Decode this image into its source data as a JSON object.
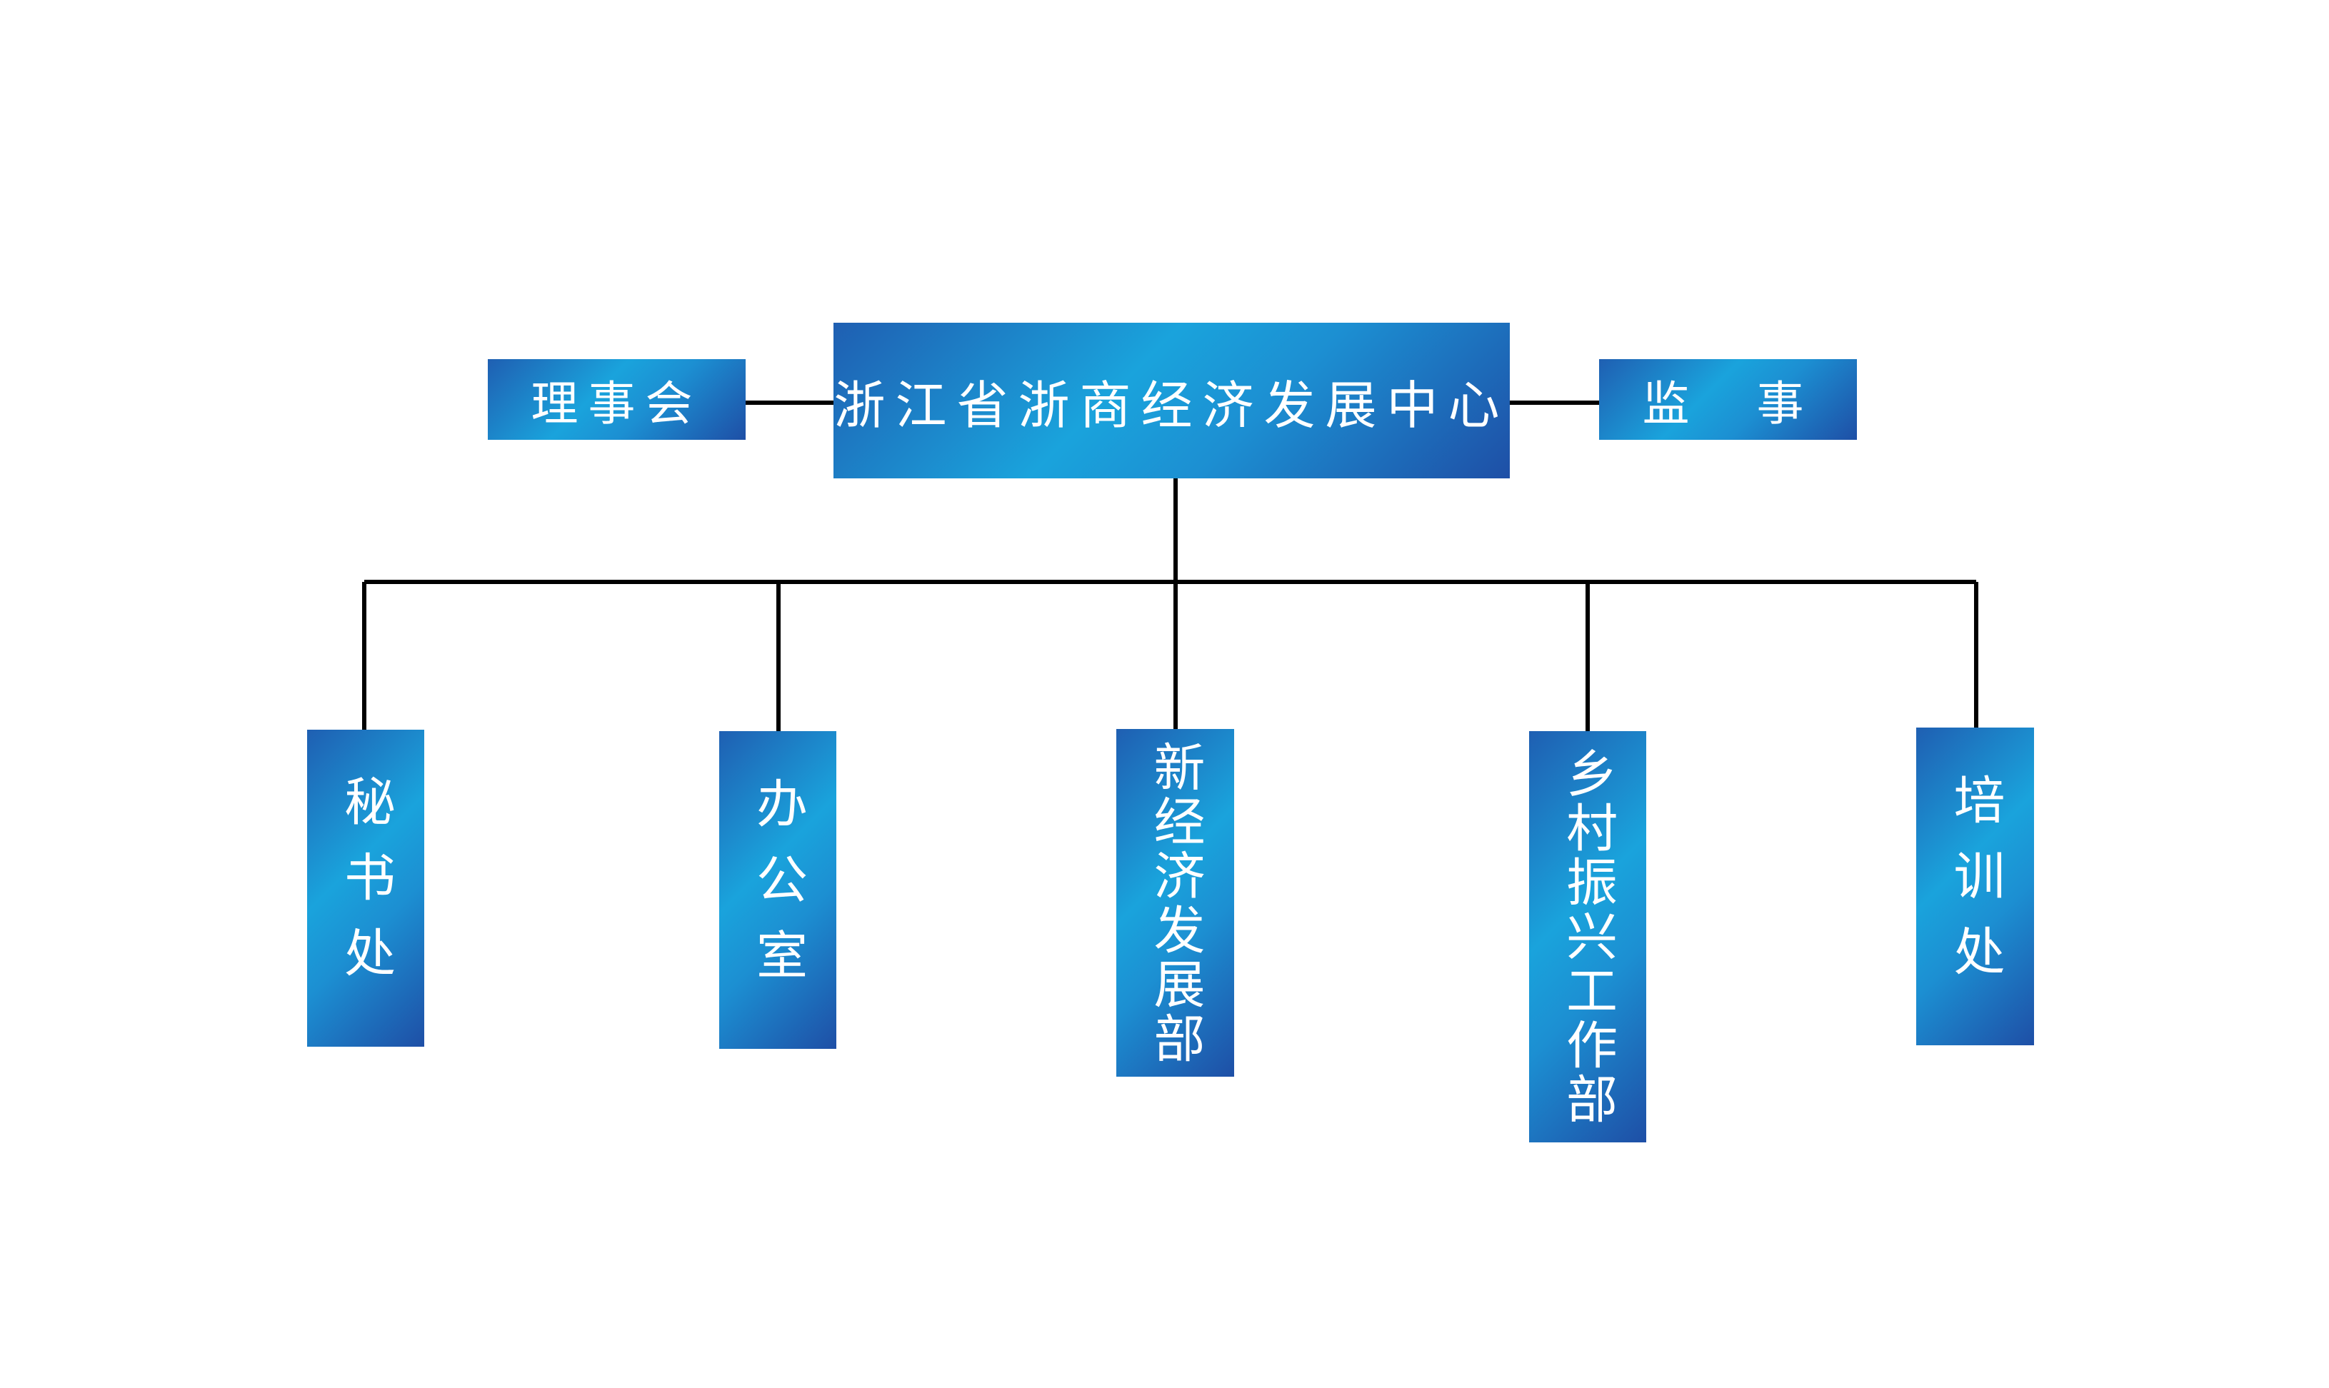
{
  "diagram": {
    "root": {
      "label": "浙江省浙商经济发展中心"
    },
    "side_left": {
      "label": "理事会"
    },
    "side_right": {
      "label": "监　事"
    },
    "departments": [
      {
        "label": "秘书处"
      },
      {
        "label": "办公室"
      },
      {
        "label": "新经济发展部"
      },
      {
        "label": "乡村振兴工作部"
      },
      {
        "label": "培训处"
      }
    ]
  },
  "colors": {
    "box_gradient": [
      "#1f5fb2",
      "#1aa3dc",
      "#1e4fa6"
    ],
    "connector": "#000000",
    "text": "#ffffff"
  }
}
